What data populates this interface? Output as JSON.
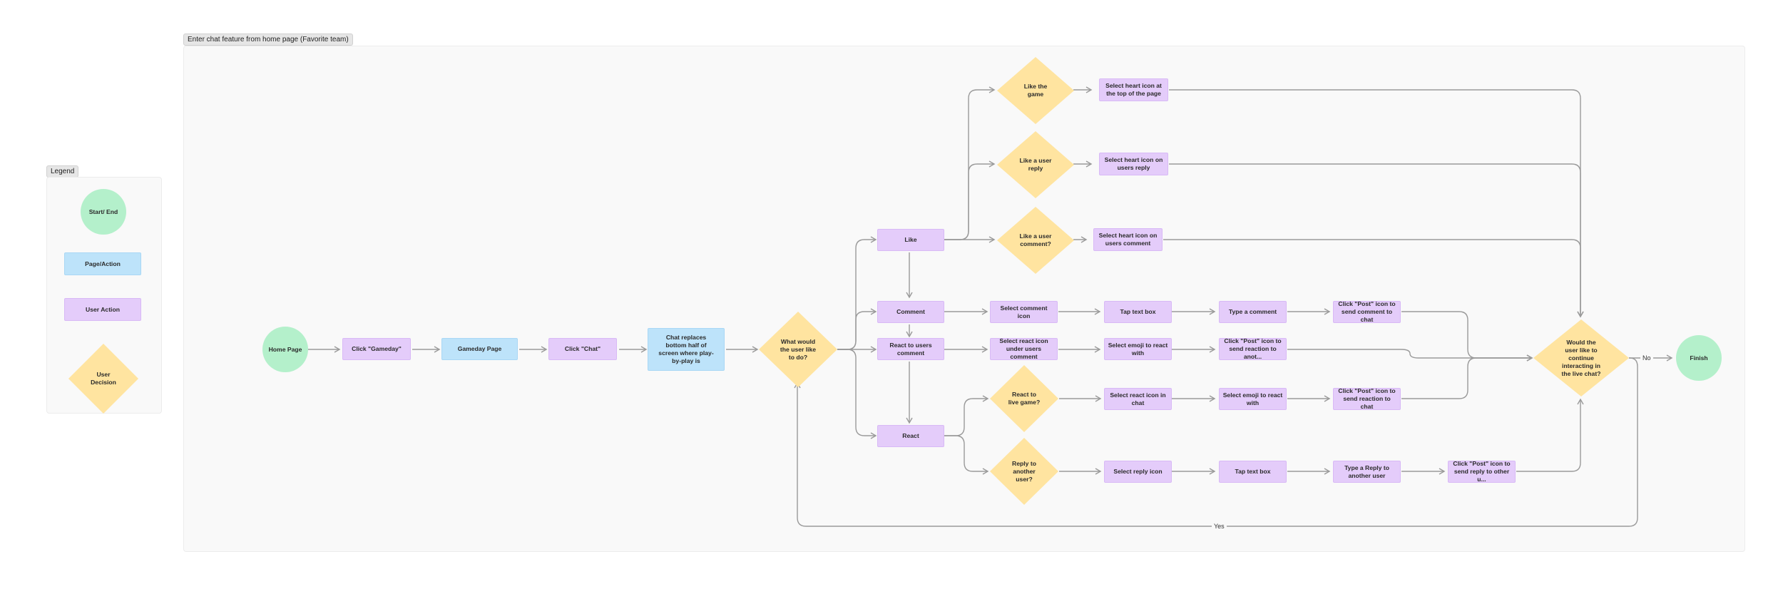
{
  "legend": {
    "title": "Legend",
    "start_end": "Start/ End",
    "page_action": "Page/Action",
    "user_action": "User Action",
    "user_decision": "User\nDecision"
  },
  "frame": {
    "title": "Enter chat feature from home page (Favorite team)"
  },
  "nodes": {
    "home_page": "Home Page",
    "click_gameday": "Click \"Gameday\"",
    "gameday_page": "Gameday Page",
    "click_chat": "Click \"Chat\"",
    "chat_replaces": "Chat replaces bottom half of screen where play-by-play is",
    "what_would_user": "What would the user like to do?",
    "like": "Like",
    "comment": "Comment",
    "react_to_users_comment": "React to users comment",
    "react": "React",
    "like_the_game": "Like the game",
    "like_user_reply": "Like a user reply",
    "like_user_comment": "Like a user comment?",
    "select_heart_top": "Select heart icon at the top of the page",
    "select_heart_reply": "Select heart icon on users reply",
    "select_heart_comment": "Select heart icon on users comment",
    "select_comment_icon": "Select comment icon",
    "tap_text_box_1": "Tap text box",
    "type_comment": "Type a comment",
    "click_post_comment": "Click \"Post\" icon to send comment to chat",
    "select_react_icon_under": "Select react icon under users comment",
    "select_emoji_react_1": "Select emoji to react with",
    "click_post_reaction_anot": "Click \"Post\" icon to send reaction to anot...",
    "react_to_live_game": "React to live game?",
    "select_react_icon_chat": "Select react icon in chat",
    "select_emoji_react_2": "Select emoji to react with",
    "click_post_reaction_chat": "Click \"Post\" icon to send reaction to chat",
    "reply_to_another_user": "Reply to another user?",
    "select_reply_icon": "Select reply icon",
    "tap_text_box_2": "Tap text box",
    "type_reply": "Type a Reply to another user",
    "click_post_reply": "Click \"Post\" icon to send reply to other u...",
    "continue_interacting": "Would the user like to continue interacting in the live chat?",
    "finish": "Finish"
  },
  "edge_labels": {
    "no": "No",
    "yes": "Yes"
  },
  "colors": {
    "start_end": "#b4f0cb",
    "page_action": "#bde3fa",
    "user_action": "#e4ccfa",
    "user_decision": "#ffe4a0",
    "connector": "#9a9a9a"
  }
}
